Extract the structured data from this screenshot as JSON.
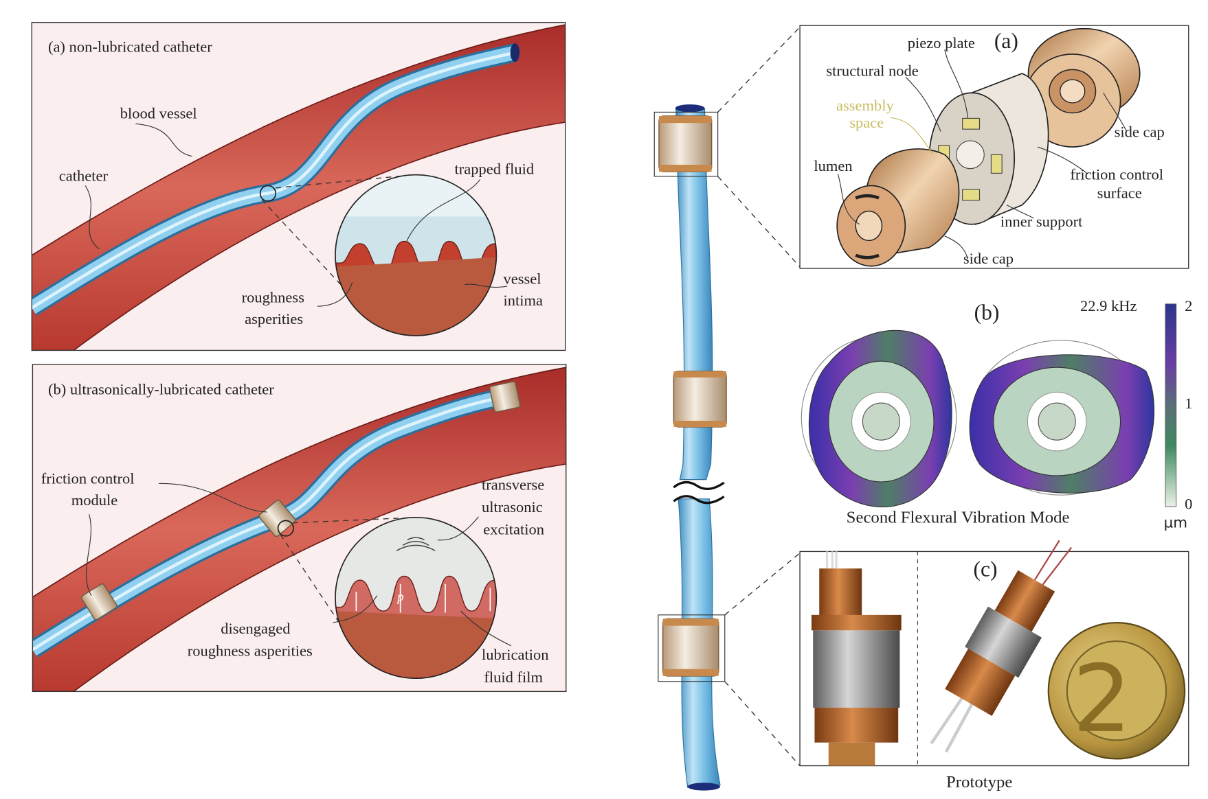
{
  "left": {
    "panel_a": {
      "title": "(a) non-lubricated catheter",
      "labels": {
        "blood_vessel": "blood vessel",
        "catheter": "catheter",
        "trapped_fluid": "trapped fluid",
        "roughness_1": "roughness",
        "roughness_2": "asperities",
        "vessel_1": "vessel",
        "vessel_2": "intima"
      }
    },
    "panel_b": {
      "title": "(b) ultrasonically-lubricated catheter",
      "labels": {
        "fcm_1": "friction control",
        "fcm_2": "module",
        "transverse_1": "transverse",
        "transverse_2": "ultrasonic",
        "transverse_3": "excitation",
        "pressure": "p",
        "disengaged_1": "disengaged",
        "disengaged_2": "roughness asperities",
        "lubrication_1": "lubrication",
        "lubrication_2": "fluid film"
      }
    }
  },
  "right": {
    "panel_a": {
      "tag": "(a)",
      "labels": {
        "piezo_plate": "piezo plate",
        "structural_node": "structural node",
        "assembly_1": "assembly",
        "assembly_2": "space",
        "side_cap_top": "side cap",
        "lumen": "lumen",
        "friction_1": "friction control",
        "friction_2": "surface",
        "inner_support": "inner support",
        "side_cap_bottom": "side cap"
      }
    },
    "panel_b": {
      "tag": "(b)",
      "frequency": "22.9 kHz",
      "caption": "Second Flexural Vibration Mode",
      "colorbar": {
        "ticks": [
          "2",
          "1",
          "0"
        ],
        "unit": "µm",
        "range": [
          0,
          2
        ],
        "colors": [
          "#e9f1e6",
          "#3f8a5f",
          "#5b6f78",
          "#6a3fa3",
          "#2a358c"
        ]
      }
    },
    "panel_c": {
      "tag": "(c)",
      "caption": "Prototype",
      "coin_numeral": "2"
    }
  },
  "colors": {
    "vessel": "#c0463c",
    "background": "#fbeeee",
    "catheter": "#6fb7e0",
    "module": "#e8dcc8",
    "copper": "#c8894c"
  }
}
